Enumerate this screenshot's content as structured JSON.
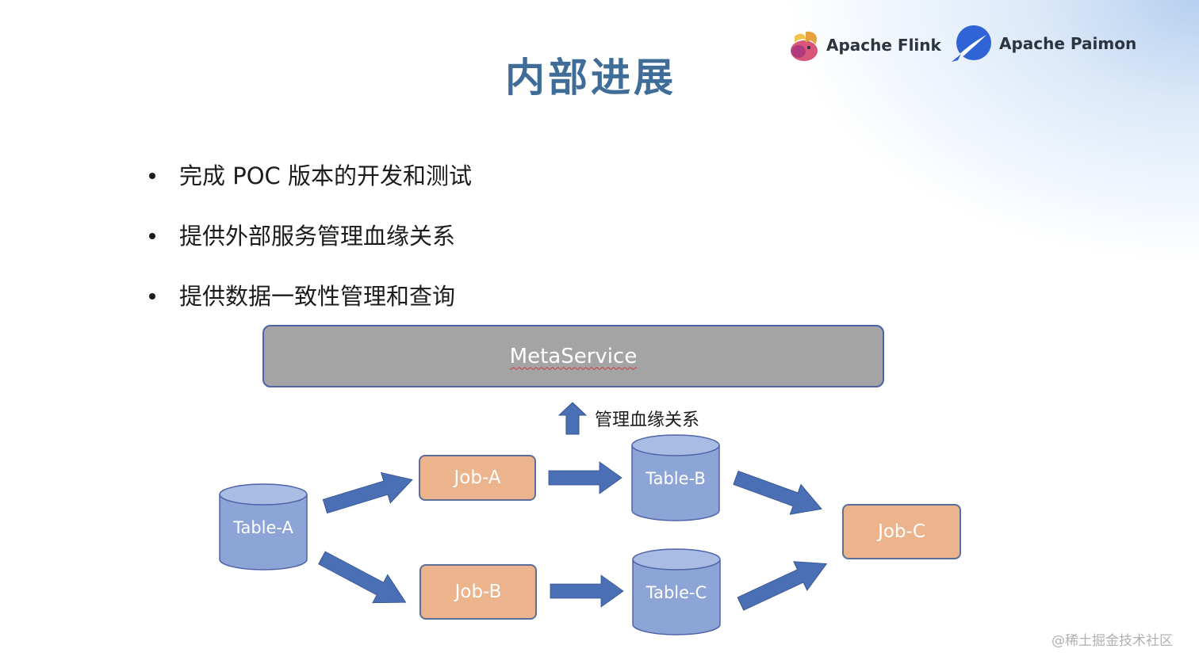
{
  "title": "内部进展",
  "logos": {
    "flink": {
      "name": "Apache Flink",
      "icon": "flink-squirrel-icon"
    },
    "paimon": {
      "name": "Apache Paimon",
      "icon": "paimon-swallow-icon"
    }
  },
  "bullets": [
    "完成 POC 版本的开发和测试",
    "提供外部服务管理血缘关系",
    "提供数据一致性管理和查询"
  ],
  "diagram": {
    "metaservice": "MetaService",
    "relation_label": "管理血缘关系",
    "jobs": {
      "a": "Job-A",
      "b": "Job-B",
      "c": "Job-C"
    },
    "tables": {
      "a": "Table-A",
      "b": "Table-B",
      "c": "Table-C"
    }
  },
  "colors": {
    "title": "#3f6d97",
    "metaservice_fill": "#a4a4a4",
    "job_fill": "#ebb48c",
    "table_fill": "#8da4d6",
    "arrow_fill": "#4a6fb5"
  },
  "watermark": "@稀土掘金技术社区"
}
